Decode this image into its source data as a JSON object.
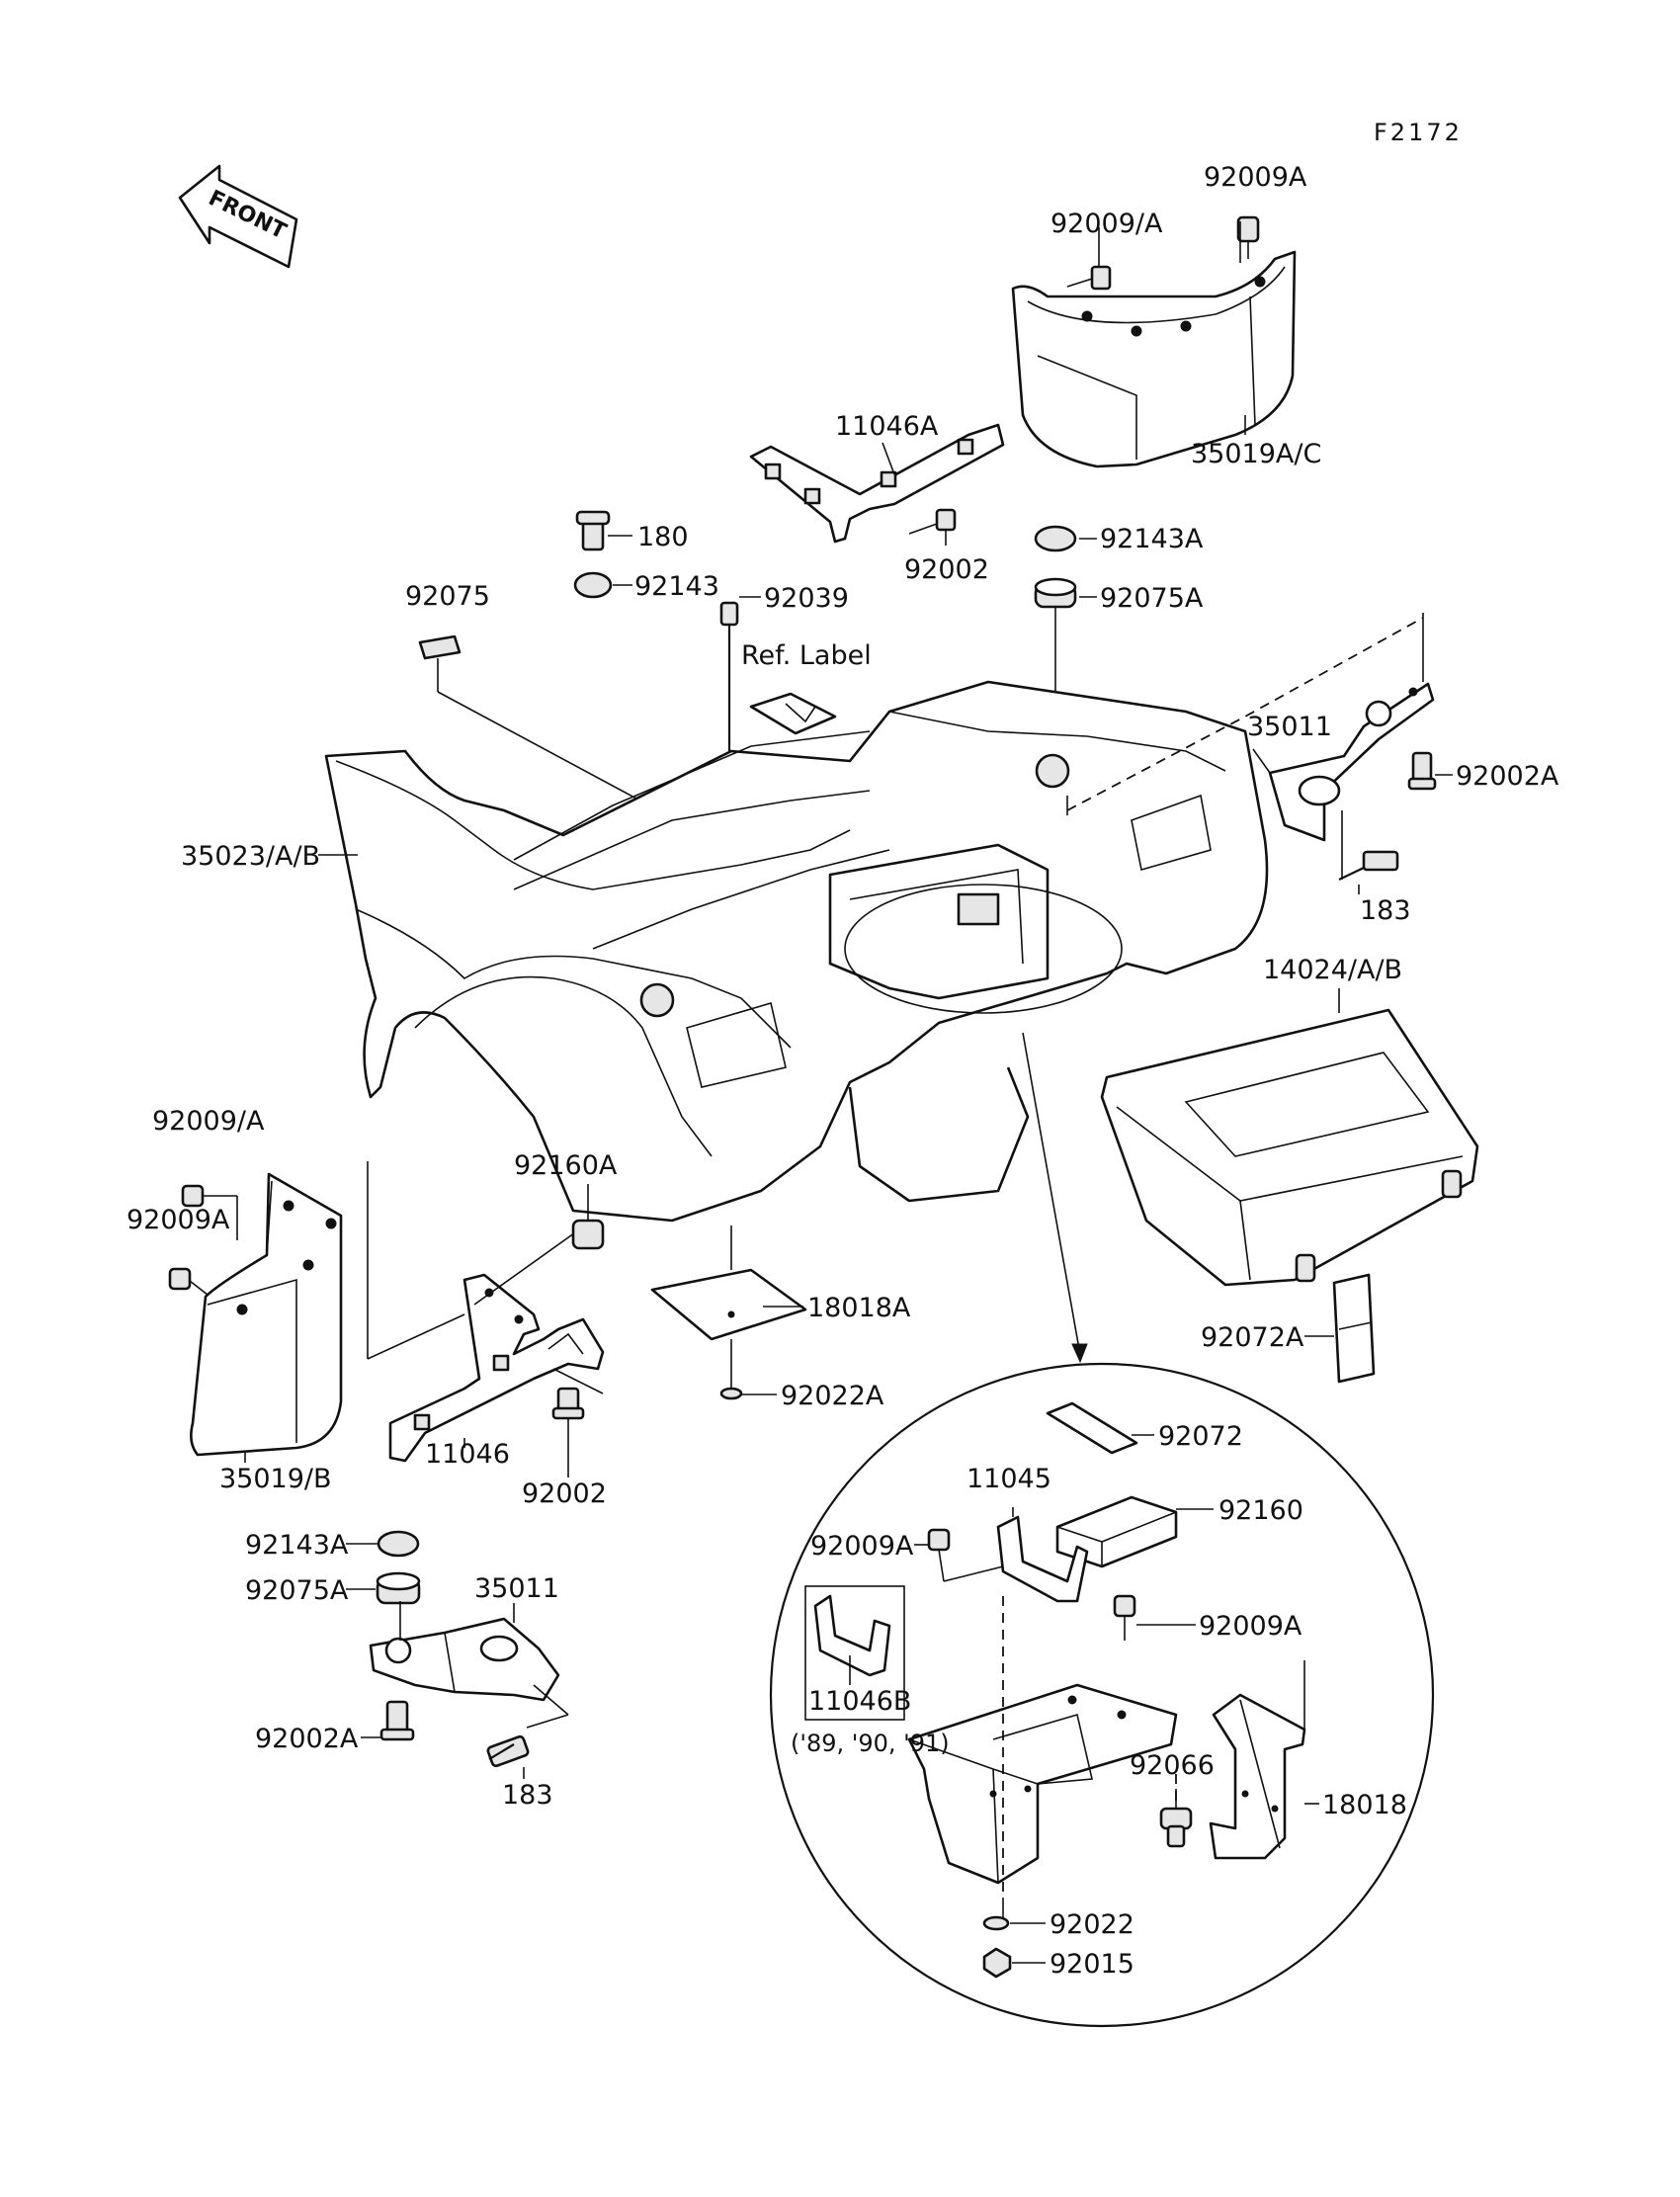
{
  "figure_code": "F2172",
  "front_label": "FRONT",
  "ref_label": "Ref. Label",
  "inset_note_years": "('89, '90, '91)",
  "labels": {
    "l_92009A_top": "92009A",
    "l_92009A_slash_top": "92009/A",
    "l_35019AC": "35019A/C",
    "l_11046A": "11046A",
    "l_92002_top": "92002",
    "l_92143A_top": "92143A",
    "l_92075A_top": "92075A",
    "l_180": "180",
    "l_92143": "92143",
    "l_92039": "92039",
    "l_92075": "92075",
    "l_35011_right": "35011",
    "l_92002A_right": "92002A",
    "l_183_right": "183",
    "l_35023AB": "35023/A/B",
    "l_14024AB": "14024/A/B",
    "l_92009A_slash_left": "92009/A",
    "l_92009A_left": "92009A",
    "l_92160A": "92160A",
    "l_18018A": "18018A",
    "l_92072A": "92072A",
    "l_92022A": "92022A",
    "l_35019B": "35019/B",
    "l_11046": "11046",
    "l_92002_bottom": "92002",
    "l_92072": "92072",
    "l_11045": "11045",
    "l_92160": "92160",
    "l_92009A_inset_left": "92009A",
    "l_92009A_inset_right": "92009A",
    "l_92143A_bottom": "92143A",
    "l_92075A_bottom": "92075A",
    "l_35011_bottom": "35011",
    "l_11046B": "11046B",
    "l_92066": "92066",
    "l_18018": "18018",
    "l_92002A_bottom": "92002A",
    "l_183_bottom": "183",
    "l_92022": "92022",
    "l_92015": "92015"
  }
}
